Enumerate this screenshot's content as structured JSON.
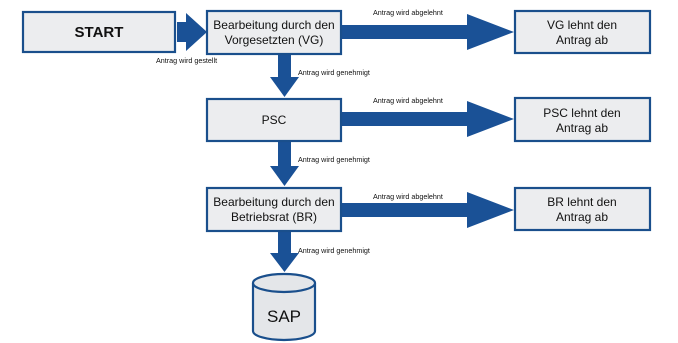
{
  "nodes": {
    "start": "START",
    "vg": [
      "Bearbeitung durch den",
      "Vorgesetzten (VG)"
    ],
    "psc": "PSC",
    "br": [
      "Bearbeitung durch den",
      "Betriebsrat (BR)"
    ],
    "vg_reject": [
      "VG lehnt den",
      "Antrag ab"
    ],
    "psc_reject": [
      "PSC lehnt den",
      "Antrag ab"
    ],
    "br_reject": [
      "BR lehnt den",
      "Antrag ab"
    ],
    "sap": "SAP"
  },
  "edges": {
    "submitted": "Antrag wird gestellt",
    "vg_rejected": "Antrag wird abgelehnt",
    "vg_approved": "Antrag wird genehmigt",
    "psc_rejected": "Antrag wird abgelehnt",
    "psc_approved": "Antrag wird genehmigt",
    "br_rejected": "Antrag wird abgelehnt",
    "br_approved": "Antrag wird genehmigt"
  },
  "colors": {
    "arrow": "#1a5196",
    "box_border": "#1a4f8c",
    "box_fill": "#ecedef"
  }
}
